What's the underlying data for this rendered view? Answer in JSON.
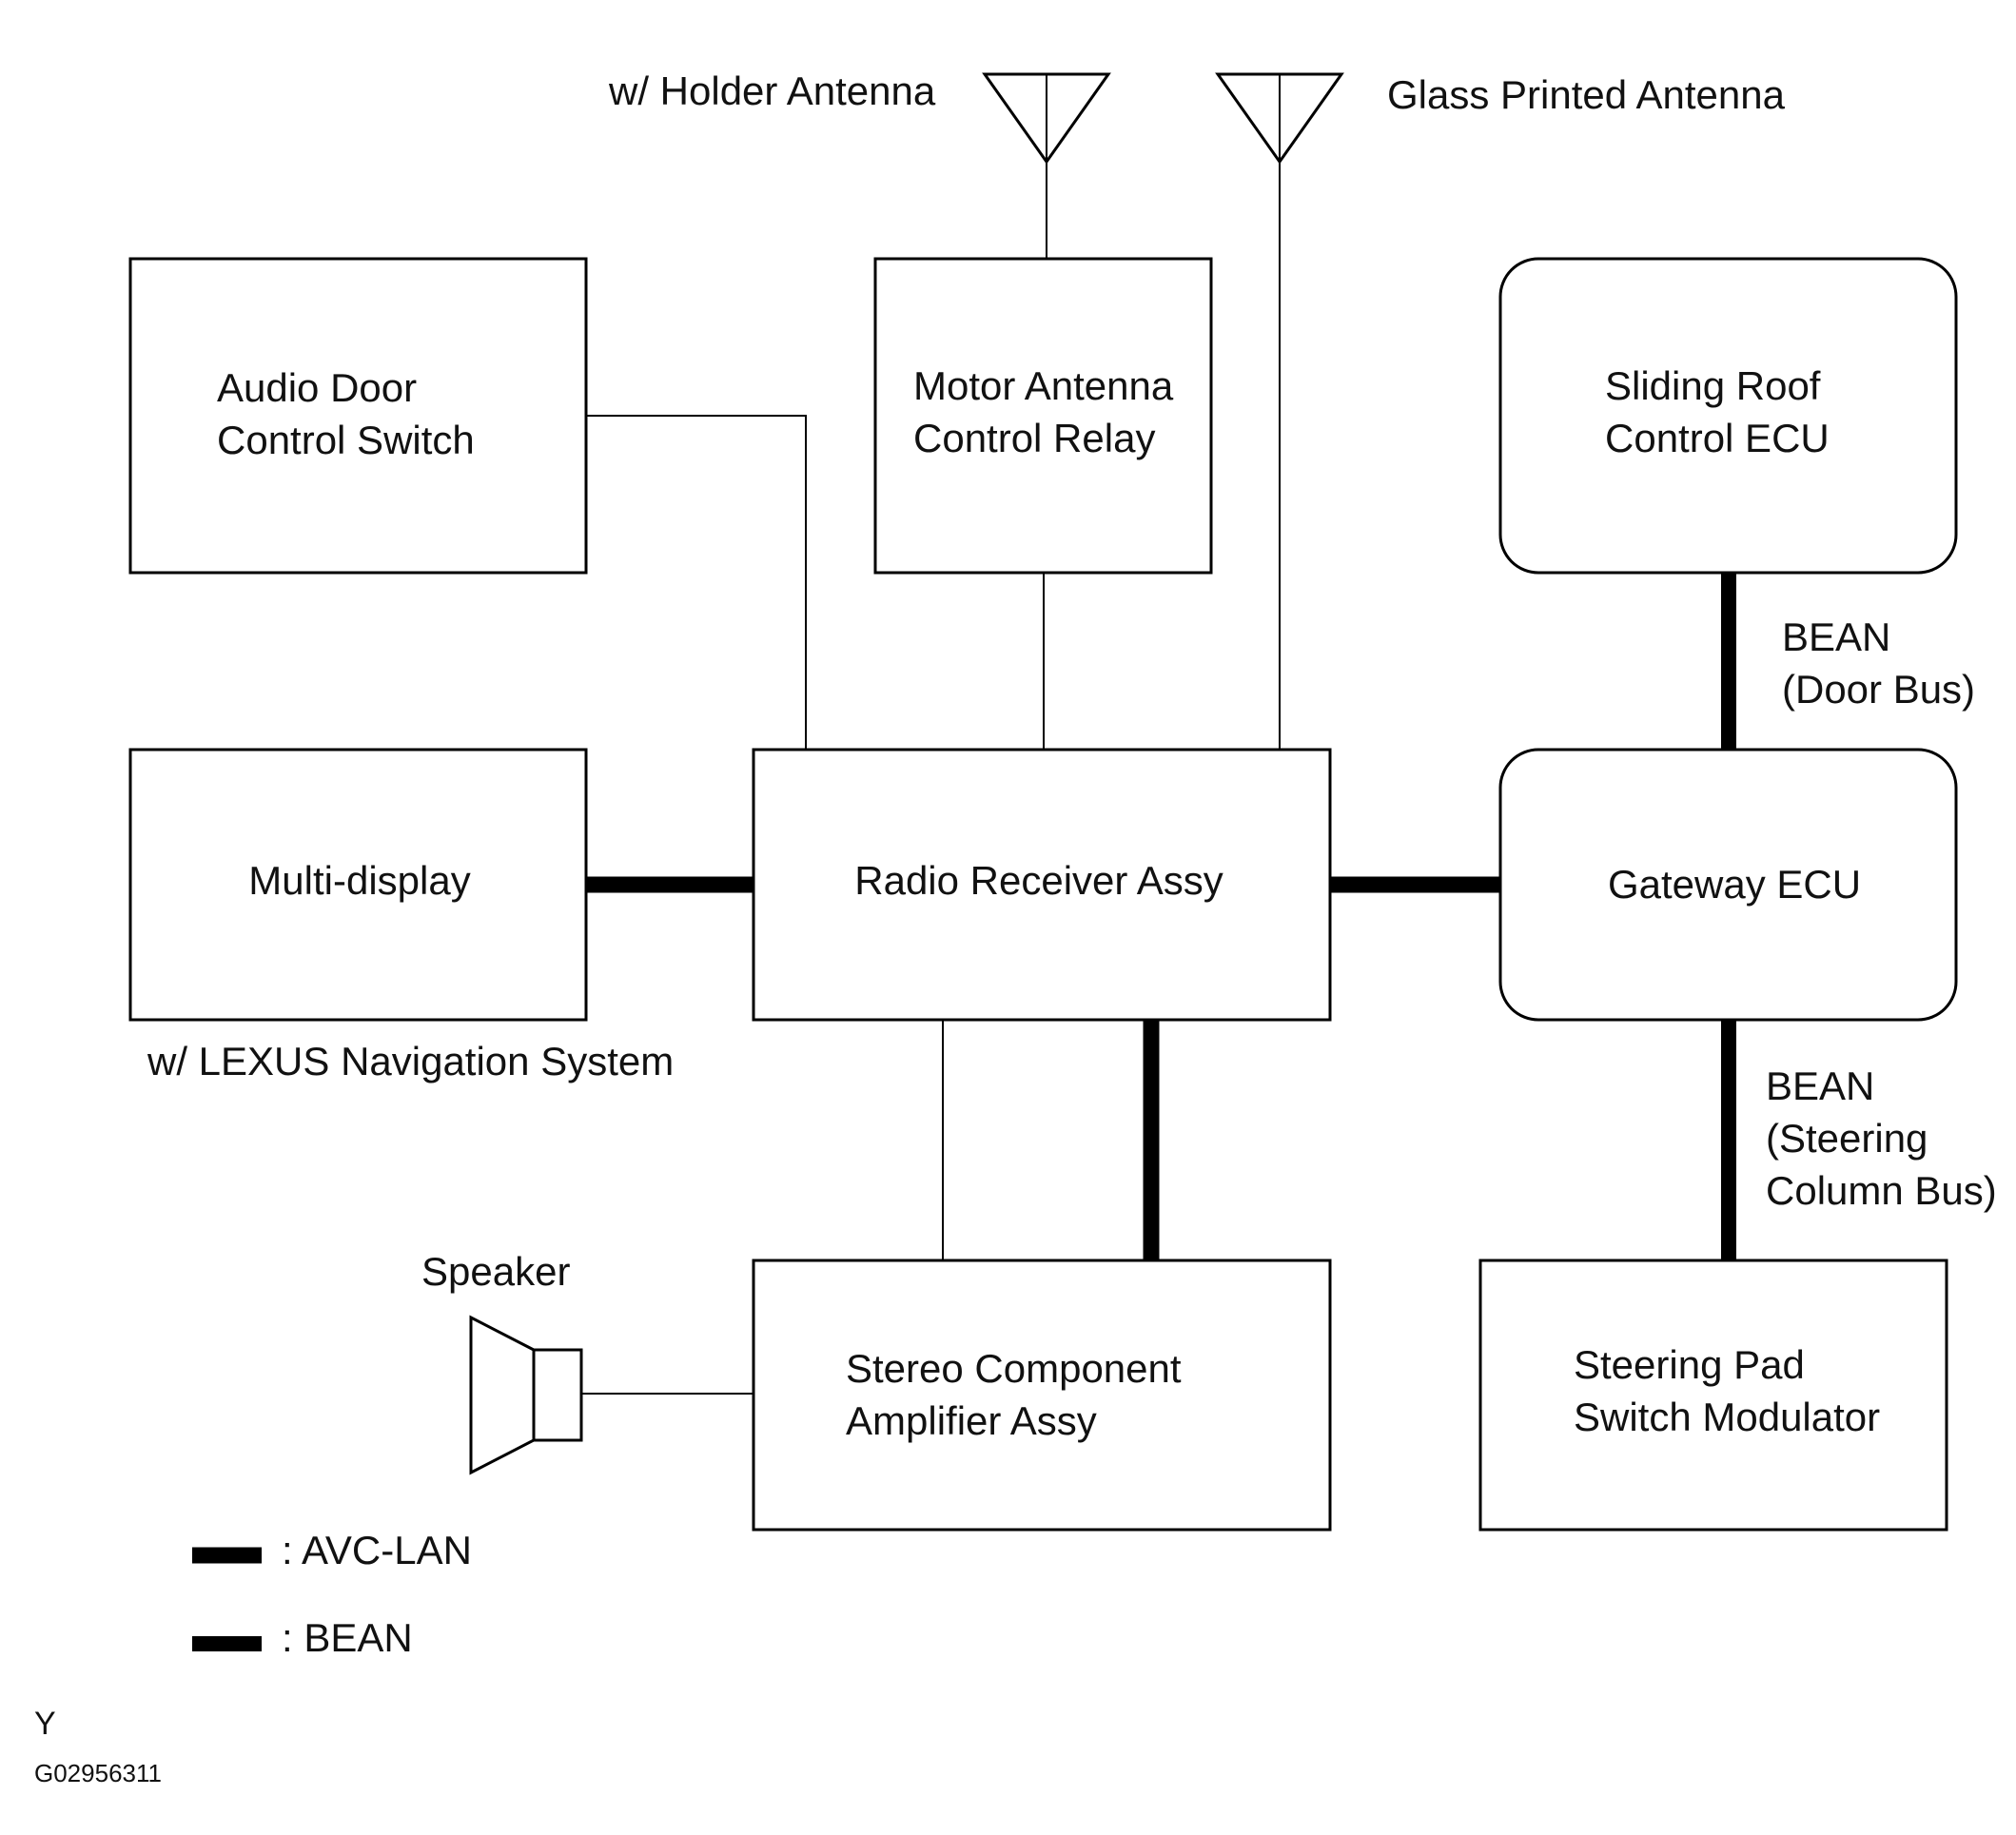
{
  "antennas": {
    "holder_label": "w/ Holder Antenna",
    "glass_label": "Glass Printed Antenna"
  },
  "boxes": {
    "audio_door": [
      "Audio Door",
      "Control Switch"
    ],
    "motor_antenna": [
      "Motor Antenna",
      "Control Relay"
    ],
    "sliding_roof": [
      "Sliding Roof",
      "Control ECU"
    ],
    "multi_display": "Multi-display",
    "radio_receiver": "Radio Receiver Assy",
    "gateway": "Gateway ECU",
    "stereo_amp": [
      "Stereo Component",
      "Amplifier Assy"
    ],
    "steering_pad": [
      "Steering Pad",
      "Switch Modulator"
    ]
  },
  "notes": {
    "navigation": "w/ LEXUS Navigation System",
    "speaker": "Speaker"
  },
  "bus_labels": {
    "door_bus": [
      "BEAN",
      "(Door Bus)"
    ],
    "steering_bus": [
      "BEAN",
      "(Steering",
      "Column Bus)"
    ]
  },
  "legend": {
    "avc_lan": ": AVC-LAN",
    "bean": ": BEAN"
  },
  "footer": {
    "code_letter": "Y",
    "figure_id": "G02956311"
  }
}
